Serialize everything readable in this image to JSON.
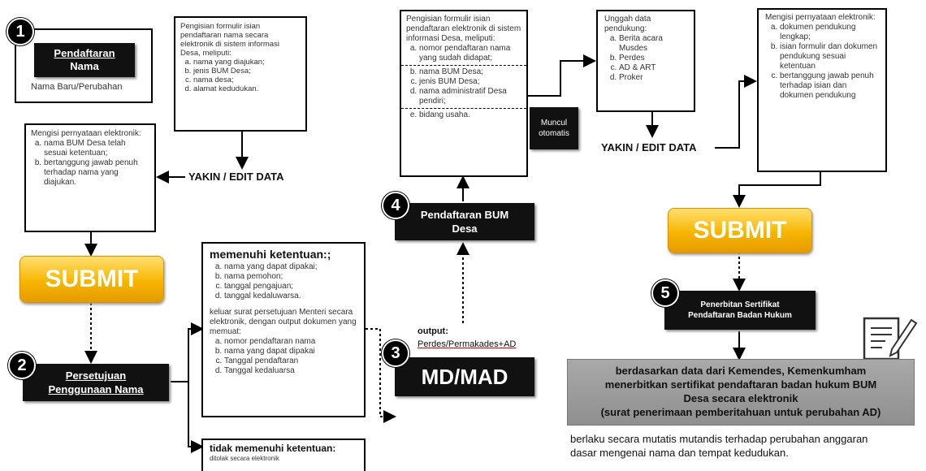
{
  "step1": {
    "badge": "1",
    "title_line1": "Pendaftaran",
    "title_line2": "Nama",
    "caption": "Nama Baru/Perubahan"
  },
  "form1": {
    "intro": "Pengisian formulir isian pendaftaran nama secara elektronik di sistem informasi Desa, meliputi:",
    "items": [
      "nama yang diajukan;",
      "jenis BUM Desa;",
      "nama desa;",
      "alamat kedudukan."
    ]
  },
  "statement1": {
    "intro": "Mengisi pernyataan elektronik:",
    "items": [
      "nama BUM Desa telah sesuai ketentuan;",
      "bertanggung jawab penuh terhadap nama yang diajukan."
    ]
  },
  "yakin_labels": {
    "first": "YAKIN / EDIT DATA",
    "second": "YAKIN / EDIT DATA"
  },
  "submit_labels": {
    "first": "SUBMIT",
    "second": "SUBMIT"
  },
  "step2": {
    "badge": "2",
    "title_line1": "Persetujuan",
    "title_line2": "Penggunaan Nama"
  },
  "fulfil": {
    "title": "memenuhi ketentuan:;",
    "items": [
      "nama yang dapat dipakai;",
      "nama pemohon;",
      "tanggal pengajuan;",
      "tanggal kedaluwarsa."
    ],
    "approval_intro": "keluar surat persetujuan Menteri secara elektronik, dengan output dokumen yang memuat:",
    "approval_items": [
      "nomor pendaftaran nama",
      "nama yang dapat dipakai",
      "Tanggal pendaftaran",
      "Tanggal kedaluarsa"
    ]
  },
  "notfulfil": {
    "title": "tidak memenuhi ketentuan:",
    "sub": "ditolak secara elektronik"
  },
  "step3": {
    "badge": "3",
    "output_label": "output:",
    "output_value": "Perdes/Permakades+AD",
    "title": "MD/MAD"
  },
  "step4": {
    "badge": "4",
    "title_line1": "Pendaftaran BUM",
    "title_line2": "Desa"
  },
  "form4": {
    "intro": "Pengisian formulir isian pendaftaran elektronik di sistem informasi Desa, meliputi:",
    "item_a": "nomor pendaftaran nama yang sudah didapat;",
    "items_bcd": [
      "nama BUM Desa;",
      "jenis BUM Desa;",
      "nama administratif Desa pendiri;"
    ],
    "item_e": "bidang usaha."
  },
  "auto_label": {
    "line1": "Muncul",
    "line2": "otomatis"
  },
  "upload": {
    "intro": "Unggah data pendukung:",
    "items": [
      "Berita acara Musdes",
      "Perdes",
      "AD & ART",
      "Proker"
    ]
  },
  "statement2": {
    "intro": "Mengisi pernyataan elektronik:",
    "items": [
      "dokumen pendukung lengkap;",
      "isian formulir dan dokumen pendukung sesuai ketentuan",
      "bertanggung jawab penuh terhadap isian dan dokumen pendukung"
    ]
  },
  "step5": {
    "badge": "5",
    "title_line1": "Penerbitan Sertifikat",
    "title_line2": "Pendaftaran Badan Hukum"
  },
  "certificate": {
    "line1": "berdasarkan data dari Kemendes, Kemenkumham",
    "line2": "menerbitkan sertifikat pendaftaran badan hukum BUM",
    "line3": "Desa secara elektronik",
    "line4": "(surat penerimaan pemberitahuan untuk perubahan AD)"
  },
  "footer_note": {
    "line1": "berlaku secara mutatis mutandis terhadap perubahan anggaran",
    "line2": "dasar mengenai nama dan tempat kedudukan."
  },
  "colors": {
    "submit_gold": "#f7b500",
    "certificate_gray": "#8f8f8f",
    "black_box": "#111111"
  }
}
